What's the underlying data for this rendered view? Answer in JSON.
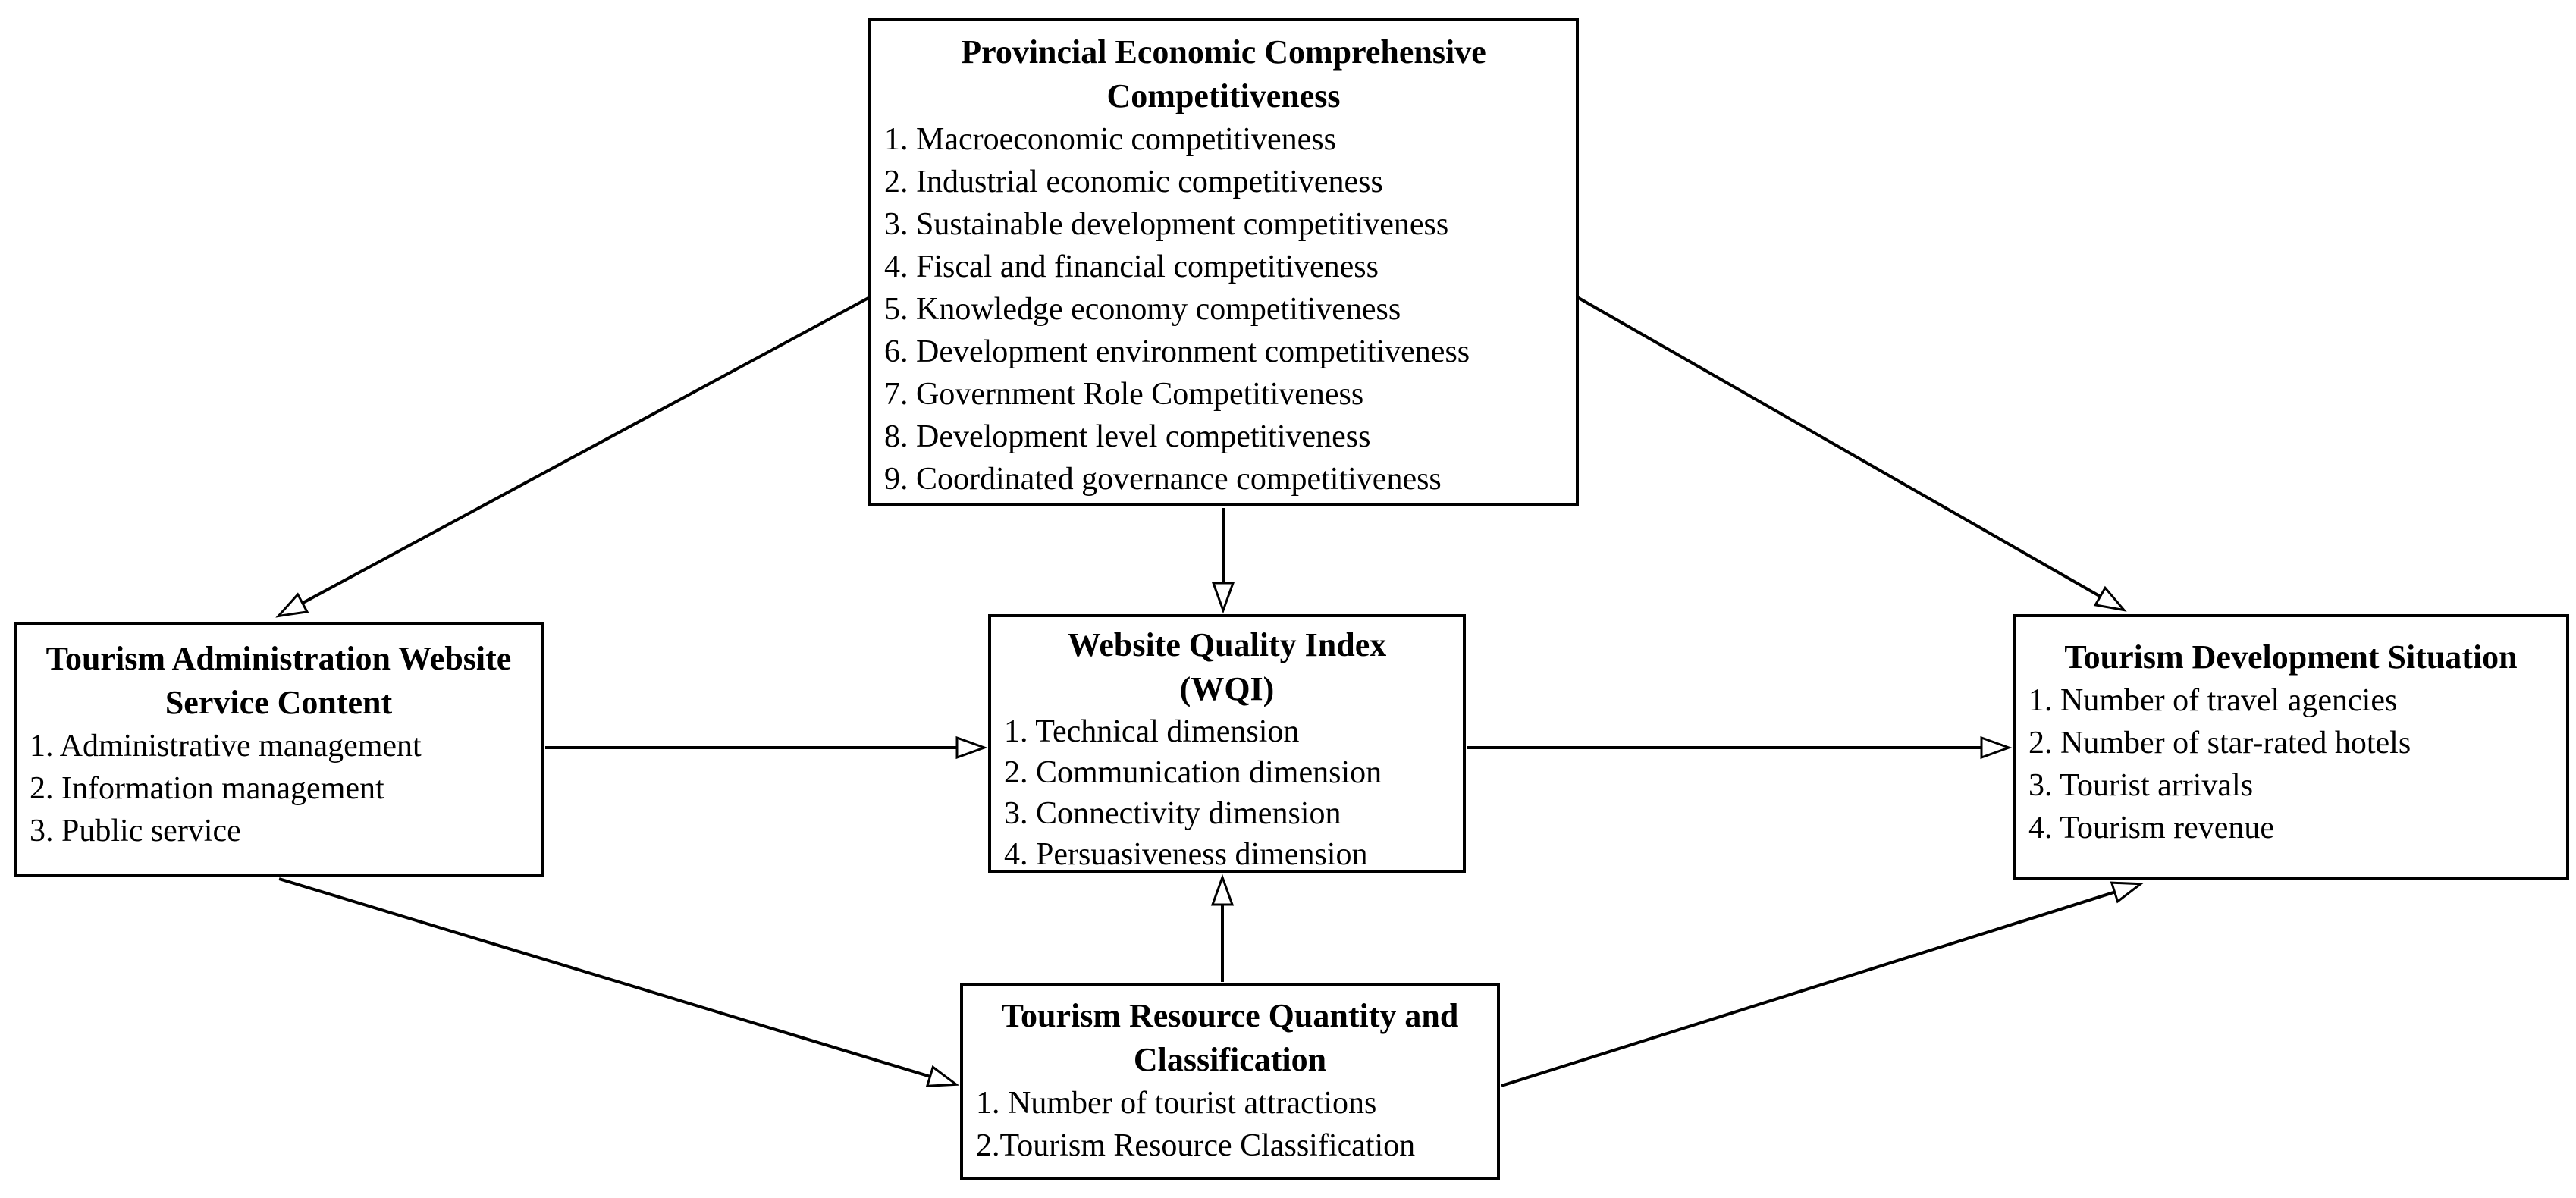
{
  "boxes": {
    "provincial": {
      "title_lines": [
        "Provincial Economic Comprehensive",
        "Competitiveness"
      ],
      "items": [
        "1. Macroeconomic competitiveness",
        "2. Industrial economic competitiveness",
        "3. Sustainable development competitiveness",
        "4. Fiscal and financial competitiveness",
        "5. Knowledge economy competitiveness",
        "6. Development environment competitiveness",
        "7. Government Role Competitiveness",
        "8. Development level competitiveness",
        "9. Coordinated governance competitiveness"
      ]
    },
    "website_service": {
      "title_lines": [
        "Tourism Administration Website",
        "Service Content"
      ],
      "items": [
        "1. Administrative management",
        "2. Information management",
        "3. Public service"
      ]
    },
    "wqi": {
      "title_lines": [
        "Website Quality Index",
        "(WQI)"
      ],
      "items": [
        "1. Technical dimension",
        "2. Communication dimension",
        "3. Connectivity dimension",
        "4. Persuasiveness dimension"
      ]
    },
    "tourism_development": {
      "title_lines": [
        "Tourism Development Situation"
      ],
      "items": [
        "1. Number of travel agencies",
        "2. Number of star-rated hotels",
        "3. Tourist arrivals",
        "4. Tourism revenue"
      ]
    },
    "tourism_resource": {
      "title_lines": [
        "Tourism Resource Quantity and",
        "Classification"
      ],
      "items": [
        "1. Number of tourist attractions",
        "2.Tourism Resource Classification"
      ]
    }
  },
  "connections": [
    {
      "from": "provincial",
      "to": "website_service"
    },
    {
      "from": "provincial",
      "to": "wqi"
    },
    {
      "from": "provincial",
      "to": "tourism_development"
    },
    {
      "from": "website_service",
      "to": "wqi"
    },
    {
      "from": "wqi",
      "to": "tourism_development"
    },
    {
      "from": "website_service",
      "to": "tourism_resource"
    },
    {
      "from": "tourism_resource",
      "to": "wqi"
    },
    {
      "from": "tourism_resource",
      "to": "tourism_development"
    }
  ],
  "colors": {
    "background": "#ffffff",
    "line": "#000000",
    "text": "#000000"
  }
}
